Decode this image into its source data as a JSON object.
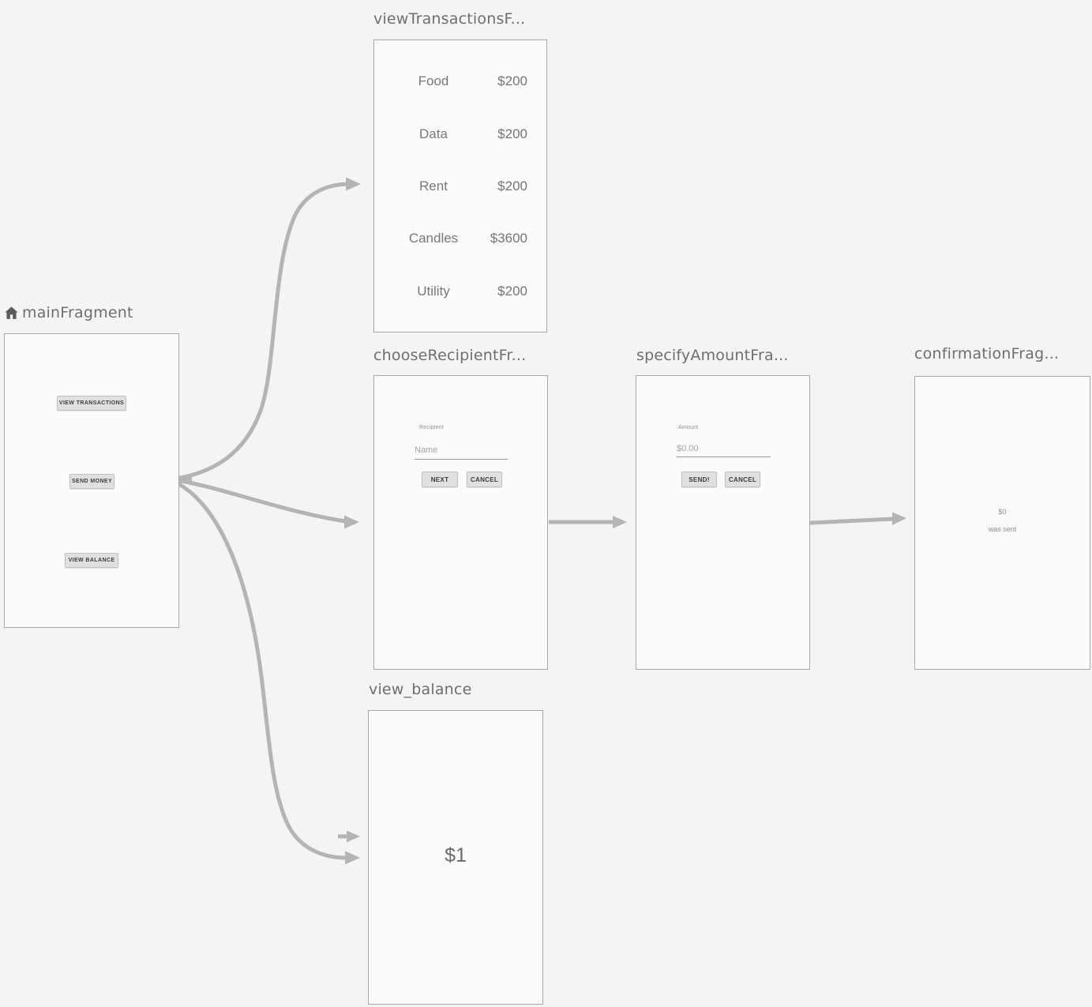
{
  "colors": {
    "canvas_bg": "#f4f4f4",
    "card_bg": "#fbfbfb",
    "card_border": "#a8a8a8",
    "arrow": "#b4b4b4",
    "title_text": "#6e6e6e",
    "preview_button_bg": "#e0e0e0"
  },
  "diagram": {
    "main_fragment": {
      "title": "mainFragment",
      "icon": "home-icon",
      "view_transactions_button": "VIEW TRANSACTIONS",
      "send_money_button": "SEND MONEY",
      "view_balance_button": "VIEW BALANCE"
    },
    "view_transactions_fragment": {
      "title": "viewTransactionsF...",
      "transactions": [
        {
          "label": "Food",
          "amount": "$200"
        },
        {
          "label": "Data",
          "amount": "$200"
        },
        {
          "label": "Rent",
          "amount": "$200"
        },
        {
          "label": "Candles",
          "amount": "$3600"
        },
        {
          "label": "Utility",
          "amount": "$200"
        }
      ]
    },
    "choose_recipient_fragment": {
      "title": "chooseRecipientFr...",
      "field_label": "Recipient",
      "input_value": "Name",
      "next_button": "NEXT",
      "cancel_button": "CANCEL"
    },
    "specify_amount_fragment": {
      "title": "specifyAmountFra...",
      "field_label": "Amount",
      "input_value": "$0.00",
      "send_button": "SEND!",
      "cancel_button": "CANCEL"
    },
    "confirmation_fragment": {
      "title": "confirmationFrag...",
      "amount": "$0",
      "message": "was sent"
    },
    "view_balance_fragment": {
      "title": "view_balance",
      "balance": "$1"
    }
  }
}
